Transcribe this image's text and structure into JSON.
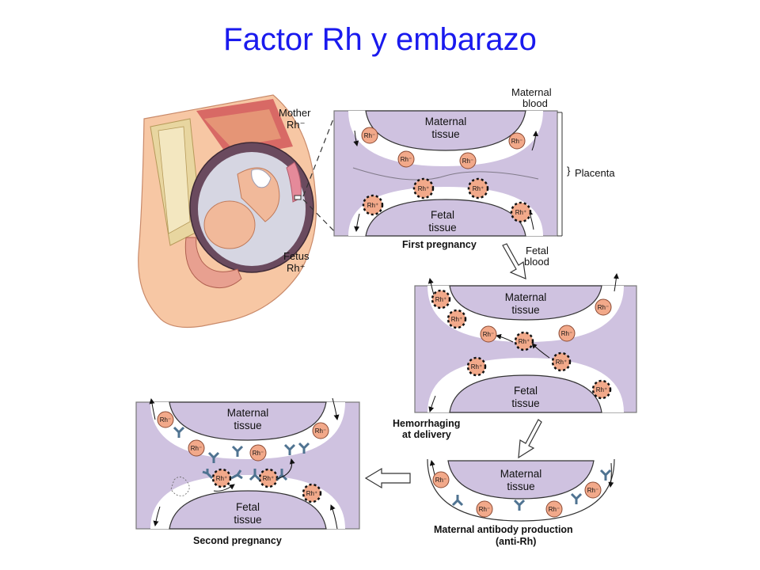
{
  "title": "Factor Rh y embarazo",
  "labels": {
    "mother": "Mother",
    "mother_rh": "Rh⁻",
    "fetus": "Fetus",
    "fetus_rh": "Rh⁺",
    "maternal_blood_1": "Maternal",
    "maternal_blood_2": "blood",
    "fetal_blood_1": "Fetal",
    "fetal_blood_2": "blood",
    "placenta": "Placenta",
    "maternal_tissue_1": "Maternal",
    "maternal_tissue_2": "tissue",
    "fetal_tissue_1": "Fetal",
    "fetal_tissue_2": "tissue",
    "rh_neg": "Rh⁻",
    "rh_pos": "Rh⁺"
  },
  "captions": {
    "first_pregnancy": "First pregnancy",
    "hemorrhaging_1": "Hemorrhaging",
    "hemorrhaging_2": "at delivery",
    "antibody_1": "Maternal antibody production",
    "antibody_2": "(anti-Rh)",
    "second_pregnancy": "Second pregnancy"
  },
  "colors": {
    "title": "#1a1aee",
    "tissue": "#cfc2e0",
    "rh_cell": "#f2a98a",
    "antibody": "#4f7391",
    "skin": "#f7c7a4"
  }
}
